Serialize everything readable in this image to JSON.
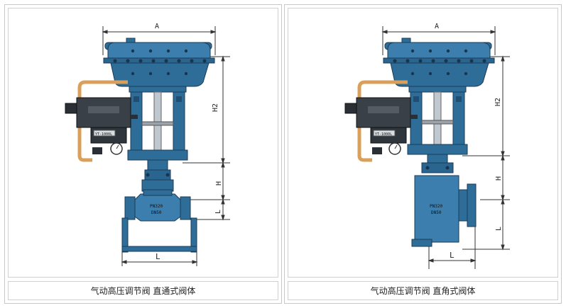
{
  "panels": [
    {
      "caption": "气动高压调节阀  直通式阀体",
      "dims": {
        "a": "A",
        "h2": "H2",
        "h": "H",
        "l_small": "L",
        "l_bottom": "L"
      },
      "body_text": {
        "pn": "PN320",
        "dn": "DN50"
      },
      "positioner_label": "YT-1000L"
    },
    {
      "caption": "气动高压调节阀  直角式阀体",
      "dims": {
        "a": "A",
        "h2": "H2",
        "h": "H",
        "l_side": "L",
        "l_bottom": "L"
      },
      "body_text": {
        "pn": "PN320",
        "dn": "DN50"
      },
      "positioner_label": "YT-1000L"
    }
  ],
  "colors": {
    "valve_blue": "#2f6d99",
    "valve_dark": "#1f4e72",
    "pipe_copper": "#d9a05b"
  }
}
